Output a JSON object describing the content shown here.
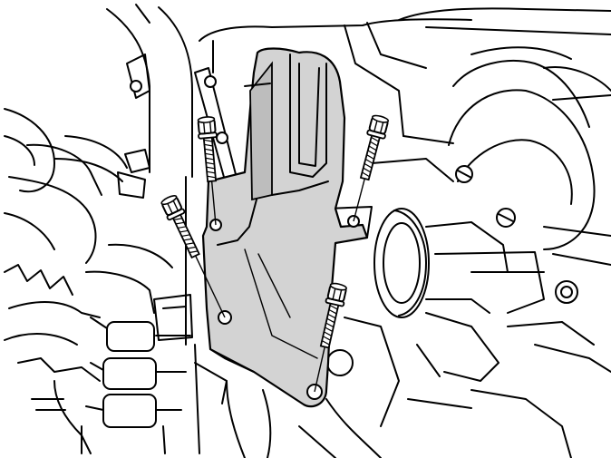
{
  "colors": {
    "line": "#000000",
    "background": "#ffffff",
    "mount_fill": "#d3d3d3",
    "mount_shadow": "#bdbdbd"
  },
  "bolts": [
    {
      "id": "bolt-top-left",
      "icon": "bolt-icon"
    },
    {
      "id": "bolt-top-right",
      "icon": "bolt-icon"
    },
    {
      "id": "bolt-middle-left",
      "icon": "bolt-icon"
    },
    {
      "id": "bolt-lower-right",
      "icon": "bolt-icon"
    }
  ]
}
